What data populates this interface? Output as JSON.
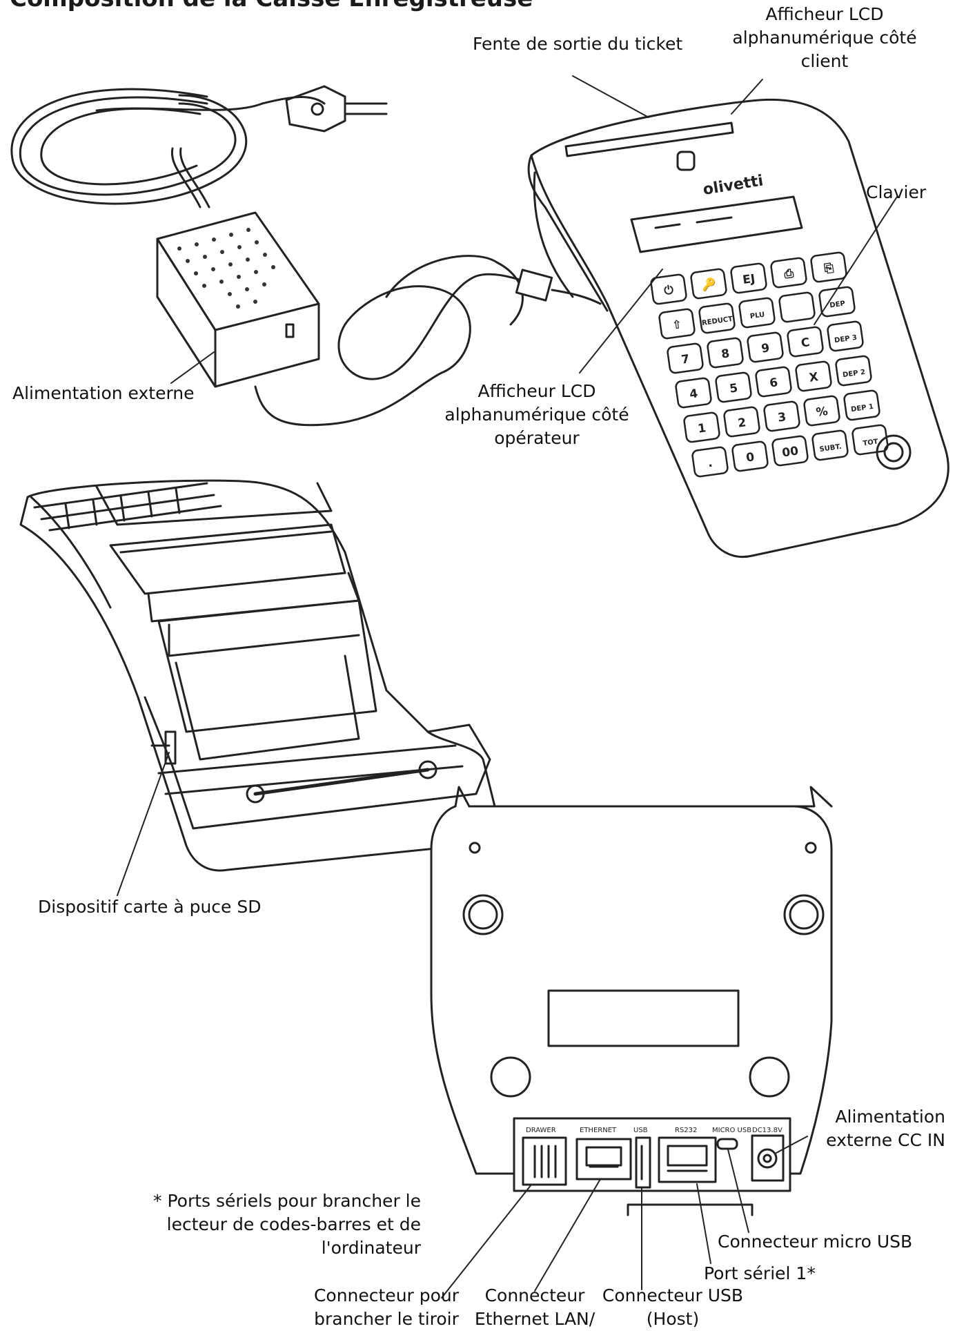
{
  "title": "Composition de la Caisse Enregistreuse",
  "brand": "olivetti",
  "labels": {
    "ticket_slot": "Fente de sortie du ticket",
    "client_lcd": [
      "Afficheur LCD",
      "alphanumérique côté",
      "client"
    ],
    "keyboard": "Clavier",
    "ext_power": "Alimentation externe",
    "operator_lcd": [
      "Afficheur LCD",
      "alphanumérique côté",
      "opérateur"
    ],
    "sd_card": "Dispositif carte à puce SD",
    "dc_in": [
      "Alimentation",
      "externe CC IN"
    ],
    "serial_note": [
      "* Ports sériels pour brancher le",
      "lecteur de codes-barres et de",
      "l'ordinateur"
    ],
    "micro_usb": "Connecteur micro USB",
    "serial_port": "Port sériel 1*",
    "drawer_conn": [
      "Connecteur pour",
      "brancher le tiroir"
    ],
    "ethernet_conn": [
      "Connecteur",
      "Ethernet LAN/"
    ],
    "usb_conn": [
      "Connecteur USB",
      "(Host)"
    ]
  },
  "port_labels": [
    "DRAWER",
    "ETHERNET",
    "USB",
    "RS232",
    "MICRO USB",
    "DC13.8V"
  ],
  "keys": [
    [
      "⏻",
      "🔑",
      "EJ",
      "⎙",
      "⎘",
      ""
    ],
    [
      "⇧",
      "REDUCT",
      "PLU",
      "",
      "DEP",
      ""
    ],
    [
      "7",
      "8",
      "9",
      "C",
      "DEP 3",
      ""
    ],
    [
      "4",
      "5",
      "6",
      "X",
      "DEP 2",
      ""
    ],
    [
      "1",
      "2",
      "3",
      "%",
      "DEP 1",
      ""
    ],
    [
      ".",
      "0",
      "00",
      "SUBT.",
      "TOT",
      ""
    ]
  ]
}
